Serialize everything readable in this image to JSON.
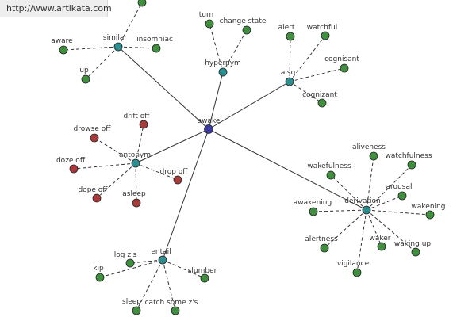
{
  "source": {
    "url": "http://www.artikata.com"
  },
  "colors": {
    "center": "#3a3a9c",
    "relation": "#2c8f8f",
    "leaf": "#3f8f3f",
    "antonym_leaf": "#a83a3a",
    "edge": "#333333"
  },
  "graph": {
    "center": {
      "label": "awake"
    },
    "relations": [
      {
        "label": "similar",
        "leaves": [
          "aware",
          "insomniac",
          "up",
          ""
        ]
      },
      {
        "label": "hypernym",
        "leaves": [
          "turn",
          "change state"
        ]
      },
      {
        "label": "also",
        "leaves": [
          "alert",
          "watchful",
          "cognisant",
          "cognizant"
        ]
      },
      {
        "label": "antonym",
        "leaves": [
          "drift off",
          "drowse off",
          "doze off",
          "dope off",
          "asleep",
          "drop off"
        ]
      },
      {
        "label": "derivation",
        "leaves": [
          "aliveness",
          "watchfulness",
          "wakefulness",
          "arousal",
          "awakening",
          "wakening",
          "alertness",
          "waker",
          "waking up",
          "vigilance"
        ]
      },
      {
        "label": "entail",
        "leaves": [
          "log z's",
          "kip",
          "slumber",
          "sleep",
          "catch some z's"
        ]
      }
    ]
  }
}
